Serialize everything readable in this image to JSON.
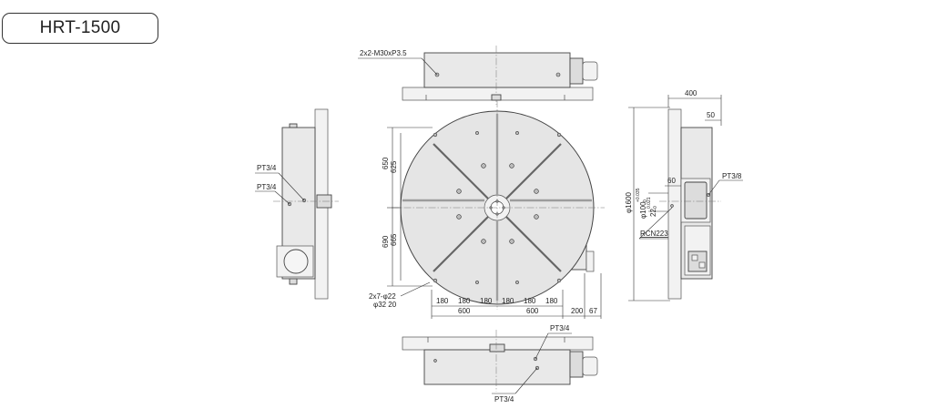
{
  "model": "HRT-1500",
  "labels": {
    "top_thread": "2x2-M30xP3.5",
    "left_port_upper": "PT3/4",
    "left_port_lower": "PT3/4",
    "right_port": "PT3/8",
    "bottom_port_upper": "PT3/4",
    "bottom_port_lower": "PT3/4",
    "connector": "RCN223",
    "slot_spec_1": "2x7-φ22",
    "slot_spec_2": "φ32  20",
    "table_dia": "φ1600",
    "bore_dia": "φ100",
    "bore_tol": "+0.035",
    "bore_tol_low": "0",
    "key_width": "22",
    "key_tol": "0.021",
    "key_tol_low": "0"
  },
  "dims": {
    "h650": "650",
    "h625": "625",
    "h690": "690",
    "h665": "665",
    "pitch": [
      "180",
      "180",
      "180",
      "180",
      "180",
      "180"
    ],
    "half_left": "600",
    "half_right": "600",
    "offset_200": "200",
    "offset_67": "67",
    "side_400": "400",
    "side_50": "50",
    "side_60": "60"
  }
}
